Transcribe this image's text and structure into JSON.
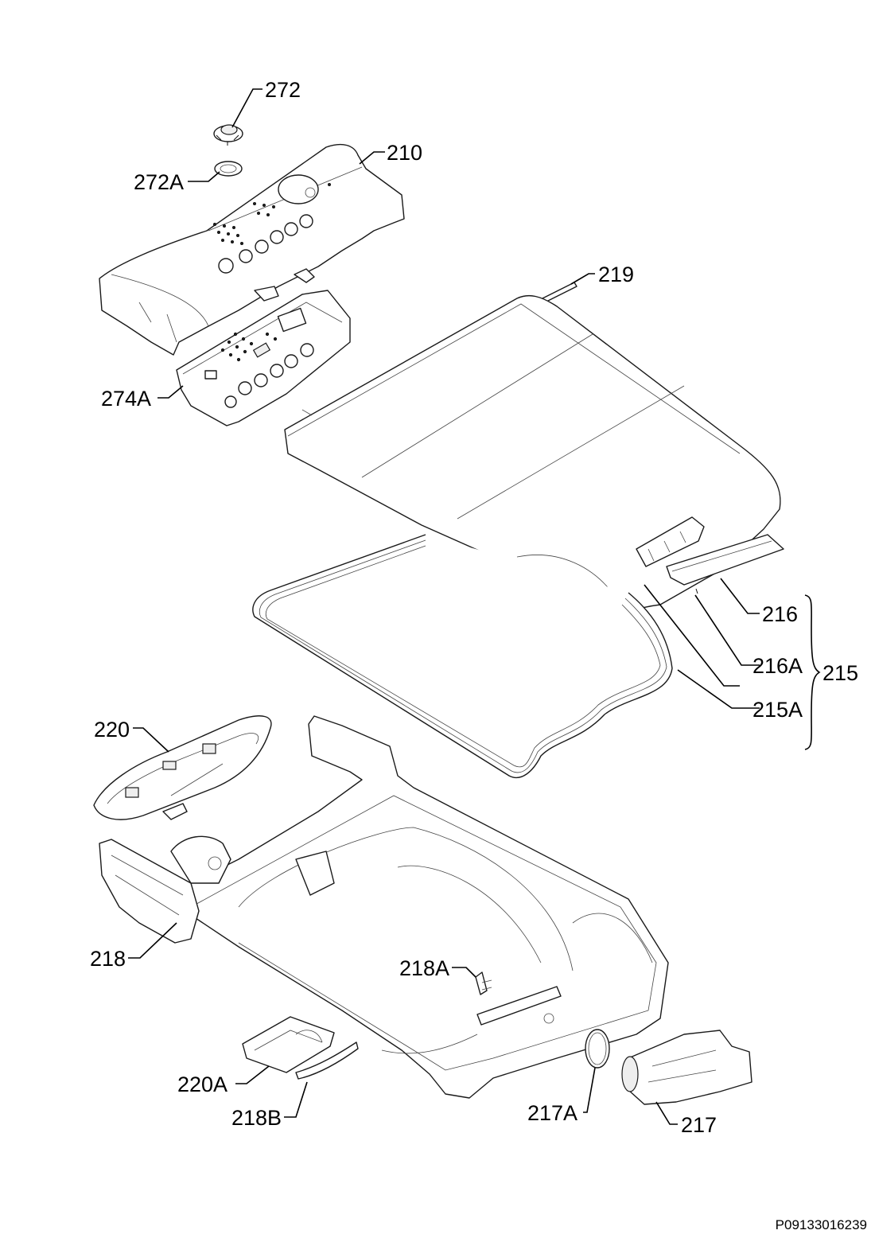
{
  "drawing_number": "P09133016239",
  "callouts": {
    "c272": "272",
    "c272a": "272A",
    "c210": "210",
    "c219": "219",
    "c274a": "274A",
    "c216": "216",
    "c216a": "216A",
    "c215": "215",
    "c215a": "215A",
    "c220": "220",
    "c218": "218",
    "c218a": "218A",
    "c220a": "220A",
    "c218b": "218B",
    "c217a": "217A",
    "c217": "217"
  }
}
